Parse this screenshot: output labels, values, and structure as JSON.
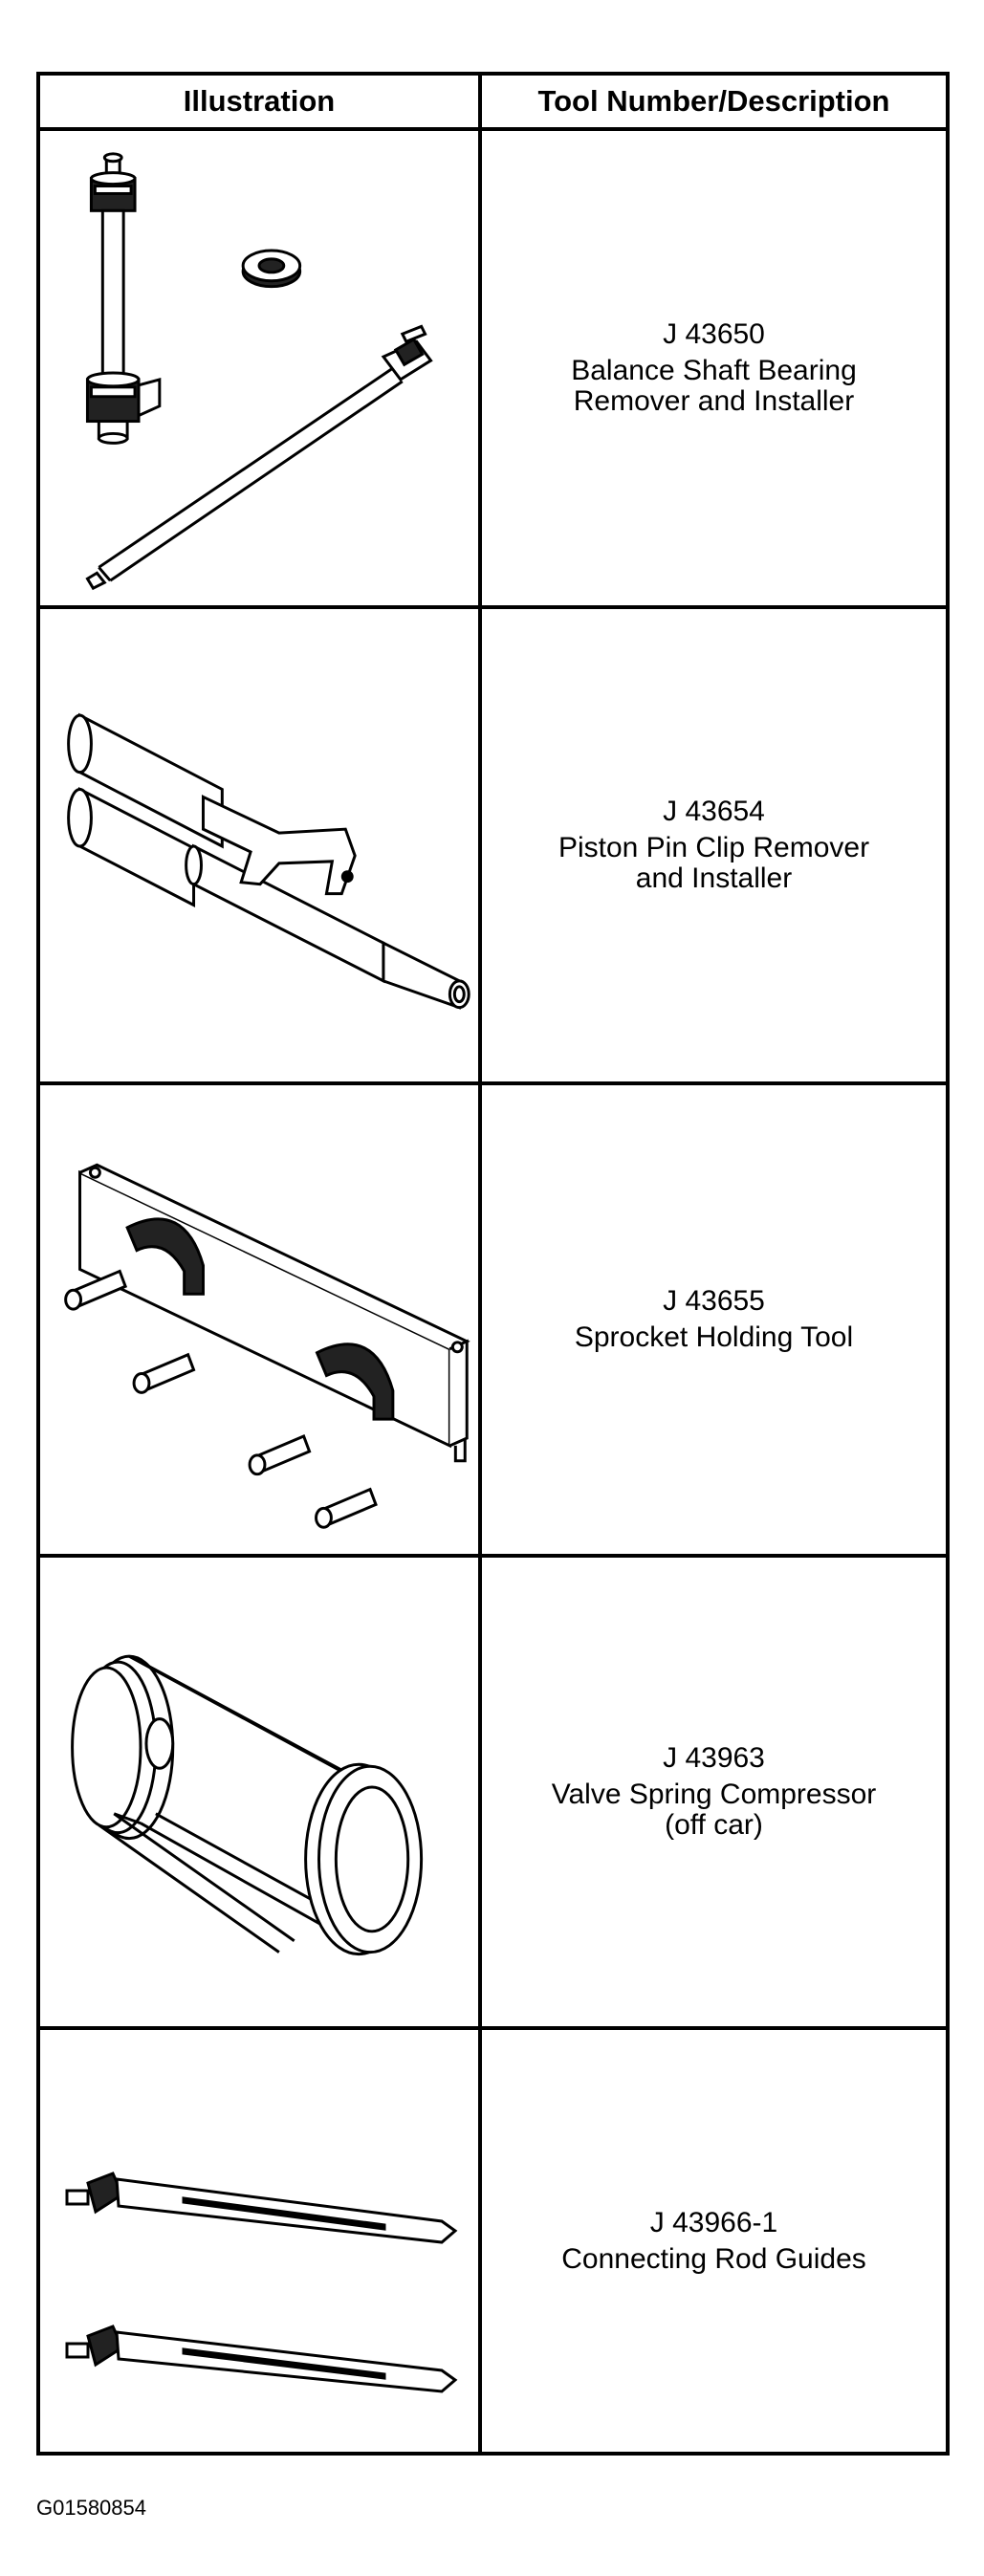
{
  "table": {
    "header": {
      "illustration": "Illustration",
      "tool": "Tool Number/Description"
    },
    "rows": [
      {
        "number": "J 43650",
        "description": "Balance Shaft Bearing\nRemover and Installer",
        "icon": "bearing-remover-installer-icon"
      },
      {
        "number": "J 43654",
        "description": "Piston Pin Clip Remover\nand Installer",
        "icon": "piston-pin-clip-tool-icon"
      },
      {
        "number": "J 43655",
        "description": "Sprocket Holding Tool",
        "icon": "sprocket-holding-tool-icon"
      },
      {
        "number": "J 43963",
        "description": "Valve Spring Compressor\n(off car)",
        "icon": "valve-spring-compressor-icon"
      },
      {
        "number": "J 43966-1",
        "description": "Connecting Rod Guides",
        "icon": "connecting-rod-guides-icon"
      }
    ]
  },
  "figure_code": "G01580854"
}
